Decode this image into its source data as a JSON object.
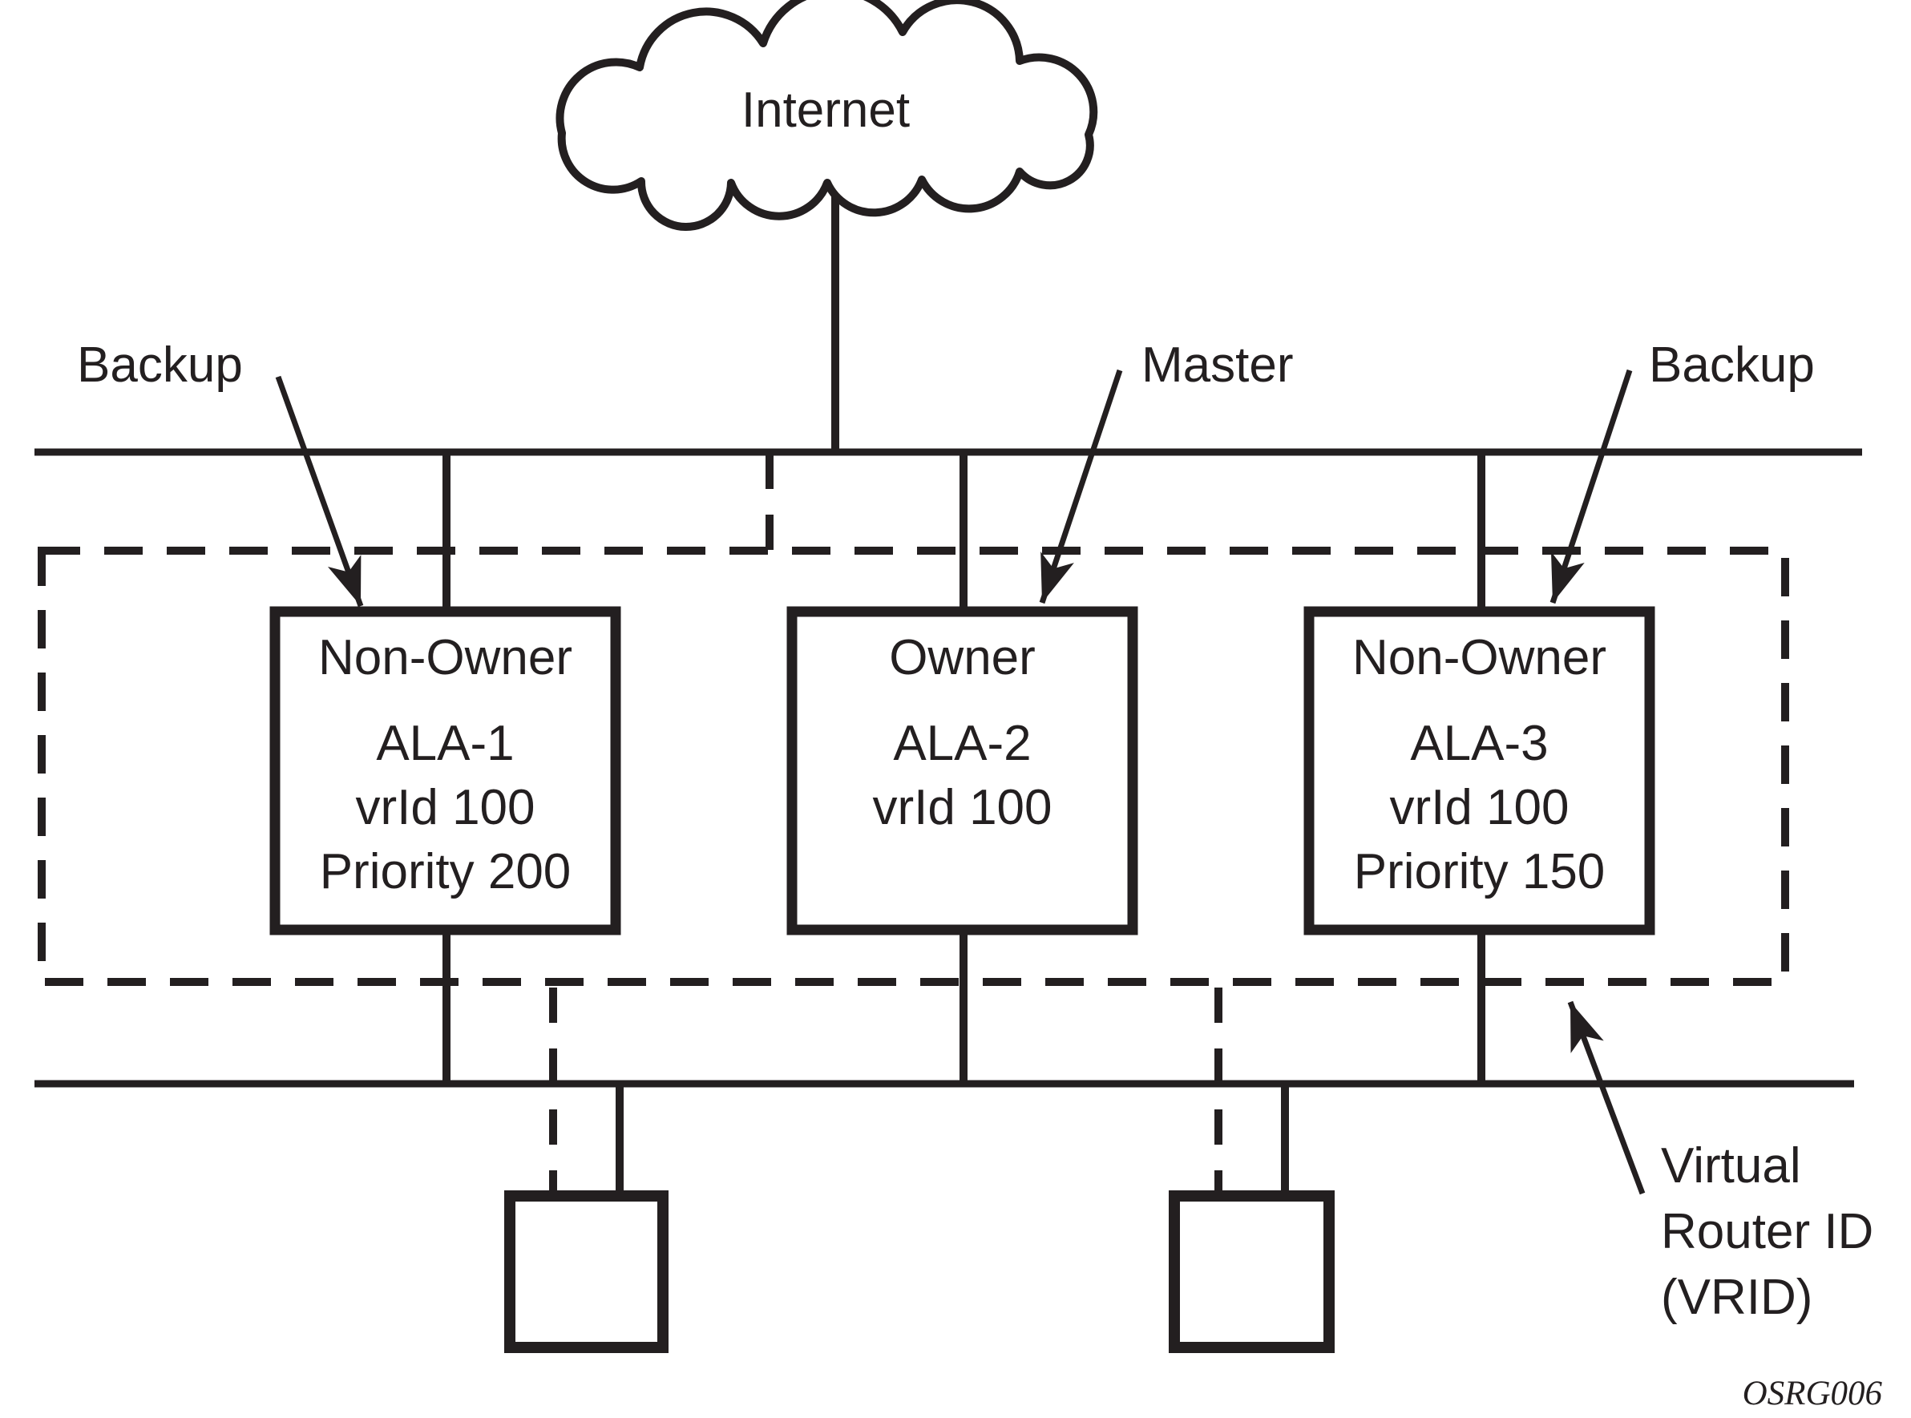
{
  "figure": {
    "internet": {
      "label": "Internet"
    },
    "callouts": {
      "backup_left": "Backup",
      "master": "Master",
      "backup_right": "Backup"
    },
    "routers": [
      {
        "role": "Non-Owner",
        "name": "ALA-1",
        "vrid": "vrId 100",
        "priority": "Priority 200"
      },
      {
        "role": "Owner",
        "name": "ALA-2",
        "vrid": "vrId 100"
      },
      {
        "role": "Non-Owner",
        "name": "ALA-3",
        "vrid": "vrId 100",
        "priority": "Priority 150"
      }
    ],
    "vrid_label": {
      "line1": "Virtual",
      "line2": "Router ID",
      "line3": "(VRID)"
    },
    "figure_code": "OSRG006",
    "colors": {
      "ink": "#231F20",
      "paper": "#FFFFFF"
    }
  }
}
